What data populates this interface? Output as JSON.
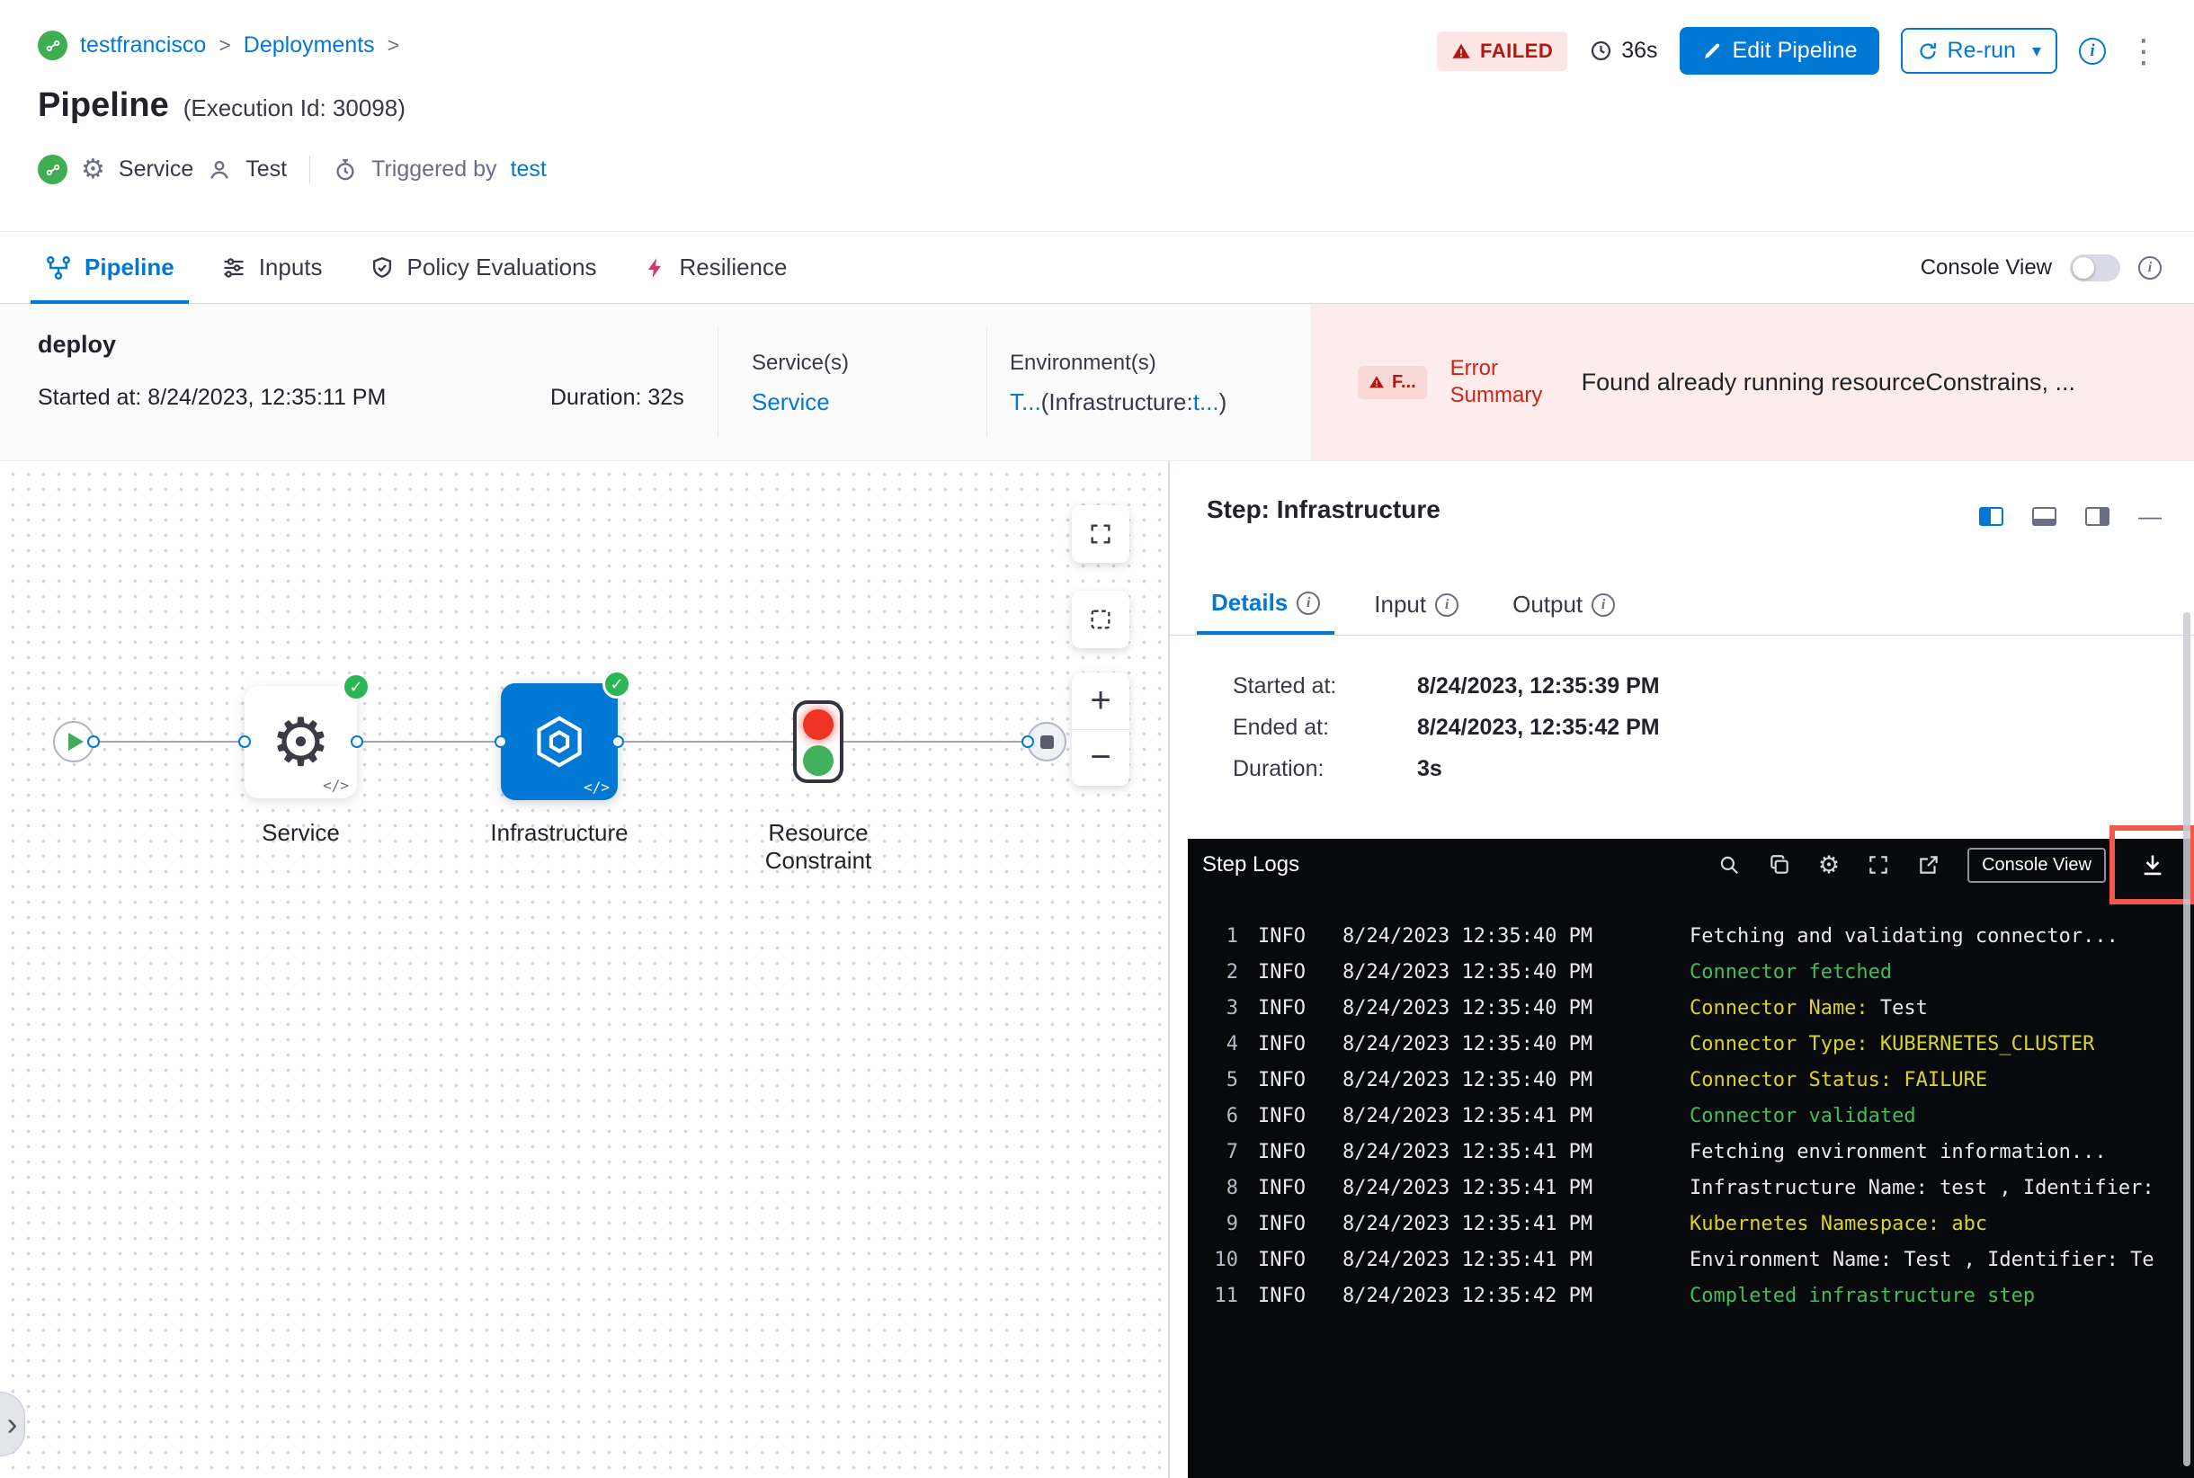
{
  "icons": {
    "gear": "⚙",
    "kebab": "⋮",
    "caret_down": "▾",
    "check": "✓",
    "plus": "+",
    "minus": "−",
    "minimize": "—",
    "chevron_right": "›",
    "code": "</>",
    "info": "i"
  },
  "header": {
    "breadcrumb": {
      "project": "testfrancisco",
      "separator": ">",
      "section": "Deployments"
    },
    "title": "Pipeline",
    "execution_id": "(Execution Id: 30098)",
    "meta": {
      "service": "Service",
      "test": "Test",
      "triggered_by_label": "Triggered by",
      "triggered_by_user": "test"
    },
    "status_badge": "FAILED",
    "elapsed": "36s",
    "edit_pipeline_label": "Edit Pipeline",
    "rerun_label": "Re-run"
  },
  "tabs": {
    "items": [
      {
        "label": "Pipeline"
      },
      {
        "label": "Inputs"
      },
      {
        "label": "Policy Evaluations"
      },
      {
        "label": "Resilience"
      }
    ],
    "console_view_label": "Console View"
  },
  "summary": {
    "stage_name": "deploy",
    "started": "Started at: 8/24/2023, 12:35:11 PM",
    "duration": "Duration: 32s",
    "services_label": "Service(s)",
    "services_value": "Service",
    "environments_label": "Environment(s)",
    "environment_value": {
      "part1": "T...",
      "part2": "(Infrastructure:",
      "part3": "t...",
      "part4": ")"
    },
    "error_badge": "F...",
    "error_summary_label": "Error Summary",
    "error_message": "Found already running resourceConstrains, ..."
  },
  "canvas": {
    "nodes": {
      "service_label": "Service",
      "infrastructure_label": "Infrastructure",
      "resource_constraint_label": "Resource Constraint"
    }
  },
  "step_panel": {
    "title": "Step: Infrastructure",
    "tabs": [
      {
        "label": "Details"
      },
      {
        "label": "Input"
      },
      {
        "label": "Output"
      }
    ],
    "details": {
      "started_label": "Started at:",
      "started_value": "8/24/2023, 12:35:39 PM",
      "ended_label": "Ended at:",
      "ended_value": "8/24/2023, 12:35:42 PM",
      "duration_label": "Duration:",
      "duration_value": "3s"
    }
  },
  "logs": {
    "title": "Step Logs",
    "console_view_label": "Console View",
    "lines": [
      {
        "num": "1",
        "level": "INFO",
        "time": "8/24/2023 12:35:40 PM",
        "segments": [
          {
            "color": "white",
            "text": "Fetching and validating connector..."
          }
        ]
      },
      {
        "num": "2",
        "level": "INFO",
        "time": "8/24/2023 12:35:40 PM",
        "segments": [
          {
            "color": "green",
            "text": "Connector fetched"
          }
        ]
      },
      {
        "num": "3",
        "level": "INFO",
        "time": "8/24/2023 12:35:40 PM",
        "segments": [
          {
            "color": "yellow",
            "text": "Connector Name: "
          },
          {
            "color": "white",
            "text": "Test"
          }
        ]
      },
      {
        "num": "4",
        "level": "INFO",
        "time": "8/24/2023 12:35:40 PM",
        "segments": [
          {
            "color": "yellow",
            "text": "Connector Type: KUBERNETES_CLUSTER"
          }
        ]
      },
      {
        "num": "5",
        "level": "INFO",
        "time": "8/24/2023 12:35:40 PM",
        "segments": [
          {
            "color": "yellow",
            "text": "Connector Status: FAILURE"
          }
        ]
      },
      {
        "num": "6",
        "level": "INFO",
        "time": "8/24/2023 12:35:41 PM",
        "segments": [
          {
            "color": "green",
            "text": "Connector validated"
          }
        ]
      },
      {
        "num": "7",
        "level": "INFO",
        "time": "8/24/2023 12:35:41 PM",
        "segments": [
          {
            "color": "white",
            "text": "Fetching environment information..."
          }
        ]
      },
      {
        "num": "8",
        "level": "INFO",
        "time": "8/24/2023 12:35:41 PM",
        "segments": [
          {
            "color": "white",
            "text": "Infrastructure Name: test , Identifier:"
          }
        ]
      },
      {
        "num": "9",
        "level": "INFO",
        "time": "8/24/2023 12:35:41 PM",
        "segments": [
          {
            "color": "yellow",
            "text": "Kubernetes Namespace: abc"
          }
        ]
      },
      {
        "num": "10",
        "level": "INFO",
        "time": "8/24/2023 12:35:41 PM",
        "segments": [
          {
            "color": "white",
            "text": "Environment Name: Test , Identifier: Te"
          }
        ]
      },
      {
        "num": "11",
        "level": "INFO",
        "time": "8/24/2023 12:35:42 PM",
        "segments": [
          {
            "color": "green",
            "text": "Completed infrastructure step"
          }
        ]
      }
    ]
  },
  "colors": {
    "accent_blue": "#0278d5",
    "error_red": "#cf2318",
    "error_bg": "#fcedec",
    "success_green": "#2bb656",
    "log_green": "#3fbf57",
    "log_yellow": "#d8d622",
    "highlight_red": "#f3584a"
  }
}
